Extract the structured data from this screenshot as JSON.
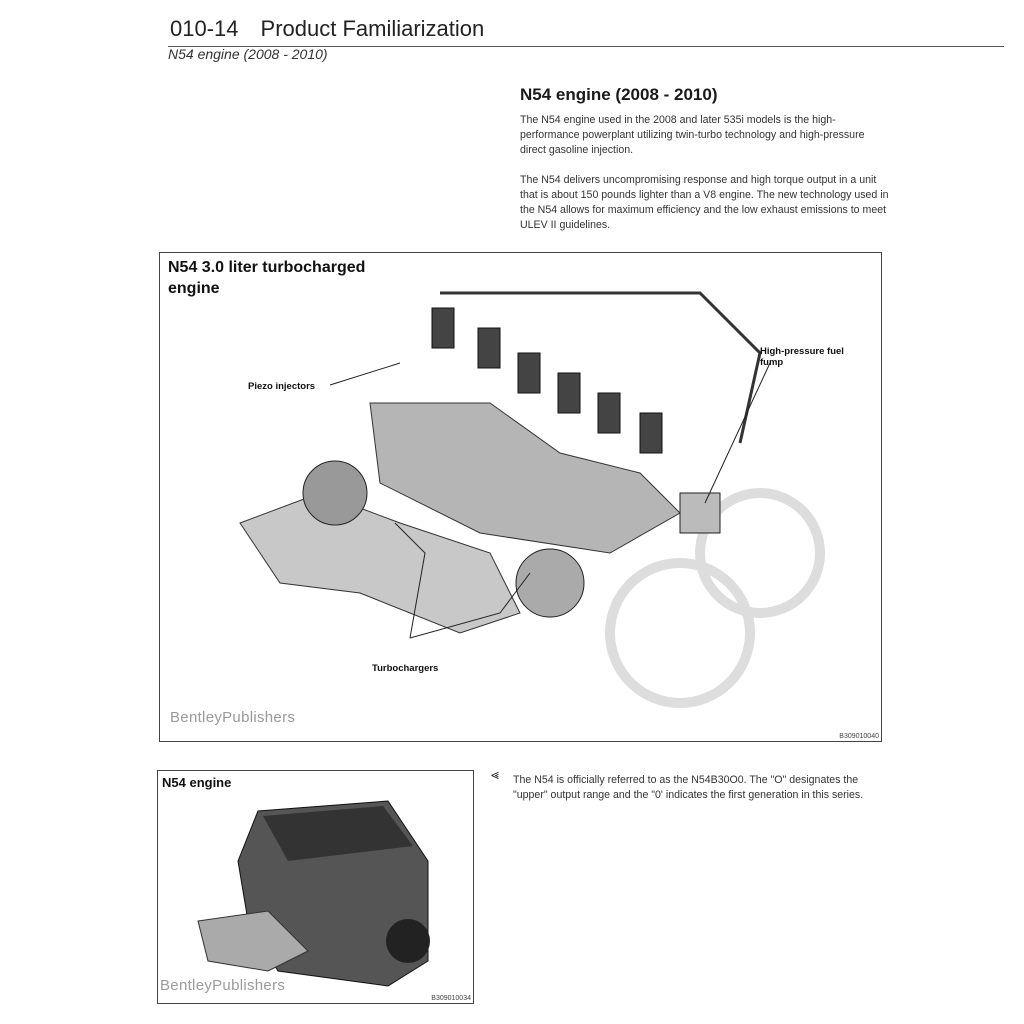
{
  "header": {
    "page_number": "010-14",
    "section": "Product Familiarization",
    "subtitle": "N54 engine (2008 - 2010)"
  },
  "article": {
    "heading": "N54 engine (2008 - 2010)",
    "paragraphs": [
      "The N54 engine used in the 2008 and later 535i models is the high-performance powerplant utilizing twin-turbo technology and high-pressure direct gasoline injection.",
      "The N54 delivers uncompromising response and high torque output in a unit that is about 150 pounds lighter than a V8 engine. The new technology used in the N54 allows for maximum efficiency and the low exhaust emissions to meet ULEV II guidelines."
    ]
  },
  "figure1": {
    "title": "N54 3.0 liter turbocharged engine",
    "callouts": {
      "piezo": "Piezo injectors",
      "pump": "High-pressure fuel fump",
      "turbo": "Turbochargers"
    },
    "watermark": "BentleyPublishers",
    "code": "B309010040"
  },
  "figure2": {
    "title": "N54 engine",
    "watermark": "BentleyPublishers",
    "code": "B309010034"
  },
  "note": {
    "icon": "pointer-arrow-icon",
    "text": "The N54 is officially referred to as the N54B30O0. The \"O\" designates the \"upper\" output range and the \"0' indicates the first generation in this series."
  }
}
